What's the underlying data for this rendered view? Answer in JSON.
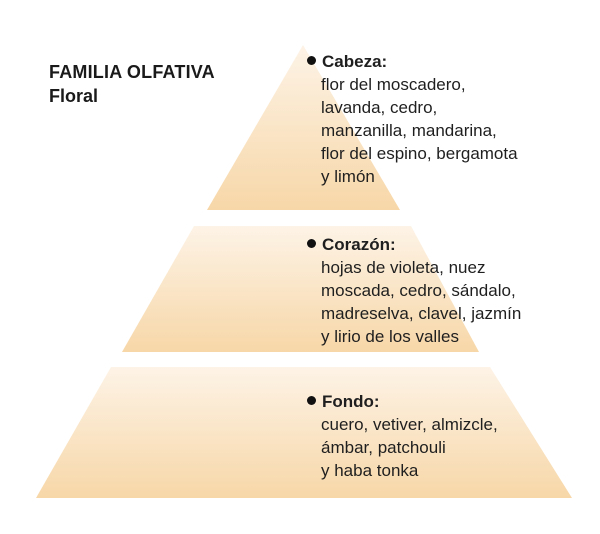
{
  "family": {
    "title": "FAMILIA OLFATIVA",
    "value": "Floral"
  },
  "colors": {
    "tier_light": "#fdf3e6",
    "tier_dark": "#f7d7a8",
    "text": "#1f1f1f"
  },
  "tiers": [
    {
      "name": "Cabeza:",
      "lines": [
        "flor del moscadero,",
        "lavanda, cedro,",
        "manzanilla, mandarina,",
        "flor del espino, bergamota",
        "y limón"
      ]
    },
    {
      "name": "Corazón:",
      "lines": [
        "hojas de violeta, nuez",
        "moscada, cedro, sándalo,",
        "madreselva, clavel, jazmín",
        "y lirio de los valles"
      ]
    },
    {
      "name": "Fondo:",
      "lines": [
        "cuero, vetiver, almizcle,",
        "ámbar, patchouli",
        "y haba tonka"
      ]
    }
  ]
}
